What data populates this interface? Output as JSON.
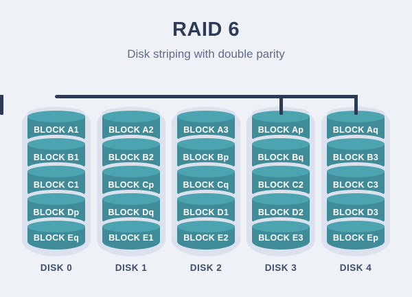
{
  "title": "RAID 6",
  "subtitle": "Disk striping with double parity",
  "colors": {
    "bg": "#eef1f6",
    "sleeve": "#dce1ee",
    "teal_top": "#4da4b1",
    "teal_body": "#3f8b98",
    "bus": "#2c3a54",
    "title": "#2c3b58",
    "subtitle": "#5d6c8c",
    "block_text": "#ffffff",
    "disk_label": "#3d4c6b"
  },
  "disks": [
    {
      "label": "DISK 0",
      "blocks": [
        "BLOCK A1",
        "BLOCK B1",
        "BLOCK C1",
        "BLOCK Dp",
        "BLOCK Eq"
      ]
    },
    {
      "label": "DISK 1",
      "blocks": [
        "BLOCK A2",
        "BLOCK B2",
        "BLOCK Cp",
        "BLOCK Dq",
        "BLOCK E1"
      ]
    },
    {
      "label": "DISK 2",
      "blocks": [
        "BLOCK A3",
        "BLOCK Bp",
        "BLOCK Cq",
        "BLOCK D1",
        "BLOCK E2"
      ]
    },
    {
      "label": "DISK 3",
      "blocks": [
        "BLOCK Ap",
        "BLOCK Bq",
        "BLOCK C2",
        "BLOCK D2",
        "BLOCK E3"
      ]
    },
    {
      "label": "DISK 4",
      "blocks": [
        "BLOCK Aq",
        "BLOCK B3",
        "BLOCK C3",
        "BLOCK D3",
        "BLOCK Ep"
      ]
    }
  ]
}
